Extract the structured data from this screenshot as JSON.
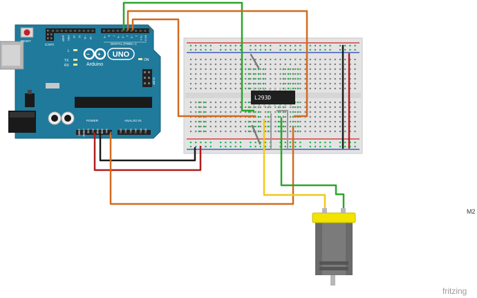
{
  "board": {
    "reset_label": "RESET",
    "icsp2_label": "ICSP2",
    "icsp_label": "ICSP",
    "digital_label": "DIGITAL (PWM=~)",
    "brand_label": "Arduino",
    "model_label": "UNO",
    "on_label": "ON",
    "tx_label": "TX",
    "rx_label": "RX",
    "l_label": "L",
    "power_label": "POWER",
    "analog_label": "ANALOG IN",
    "pin_labels_top": [
      "AREF",
      "GND",
      "13",
      "12",
      "~11",
      "~10",
      "~9",
      "8",
      "7",
      "~6",
      "~5",
      "4",
      "~3",
      "2",
      "TX 1",
      "RX 0"
    ],
    "pin_labels_power": [
      "IOREF",
      "RESET",
      "3V3",
      "5V",
      "GND",
      "GND",
      "VIN"
    ],
    "pin_labels_analog": [
      "A0",
      "A1",
      "A2",
      "A3",
      "A4",
      "A5"
    ]
  },
  "chip": {
    "label": "L293D"
  },
  "motor": {
    "label": "M2"
  },
  "brand": {
    "watermark": "fritzing"
  },
  "colors": {
    "board": "#1f7a9c",
    "board_dark": "#176581",
    "wire_green": "#2aa52a",
    "wire_orange": "#d26a1e",
    "wire_red": "#b01c1c",
    "wire_black": "#1a1a1a",
    "wire_yellow": "#f2c81a",
    "breadboard": "#e6e6e6",
    "rail_red": "#d02020",
    "rail_blue": "#2040c0",
    "hole_green": "#22b04a",
    "motor_body": "#7b7b7b",
    "motor_cap": "#f2e300"
  }
}
